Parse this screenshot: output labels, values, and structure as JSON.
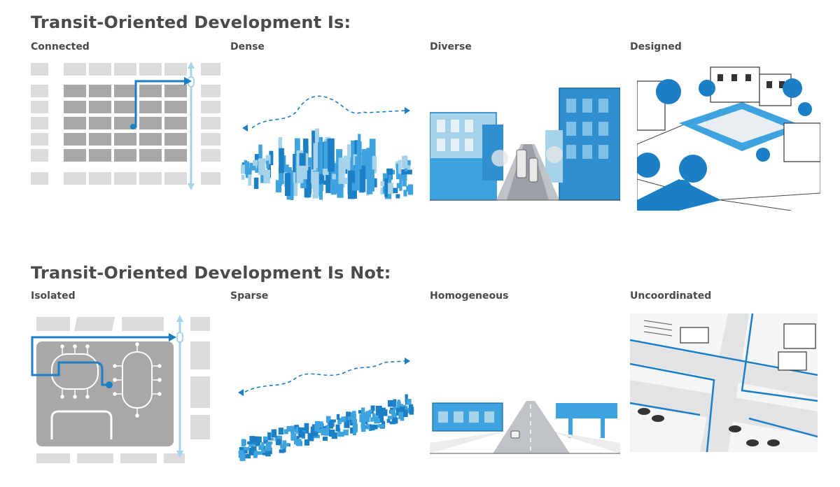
{
  "colors": {
    "heading": "#4a4a48",
    "accent_blue": "#1a7fc4",
    "light_blue": "#a7d3ea",
    "dark_gray": "#a8a8aa",
    "light_gray": "#dcdcde",
    "building_blue": "#3fa3df"
  },
  "is_section": {
    "title": "Transit-Oriented Development Is:",
    "panels": [
      {
        "label": "Connected",
        "icon": "connected-grid-diagram"
      },
      {
        "label": "Dense",
        "icon": "dense-city-illustration"
      },
      {
        "label": "Diverse",
        "icon": "diverse-street-illustration"
      },
      {
        "label": "Designed",
        "icon": "designed-plaza-illustration"
      }
    ]
  },
  "is_not_section": {
    "title": "Transit-Oriented Development Is Not:",
    "panels": [
      {
        "label": "Isolated",
        "icon": "isolated-superblock-diagram"
      },
      {
        "label": "Sparse",
        "icon": "sparse-city-illustration"
      },
      {
        "label": "Homogeneous",
        "icon": "homogeneous-street-illustration"
      },
      {
        "label": "Uncoordinated",
        "icon": "uncoordinated-intersection-illustration"
      }
    ]
  }
}
